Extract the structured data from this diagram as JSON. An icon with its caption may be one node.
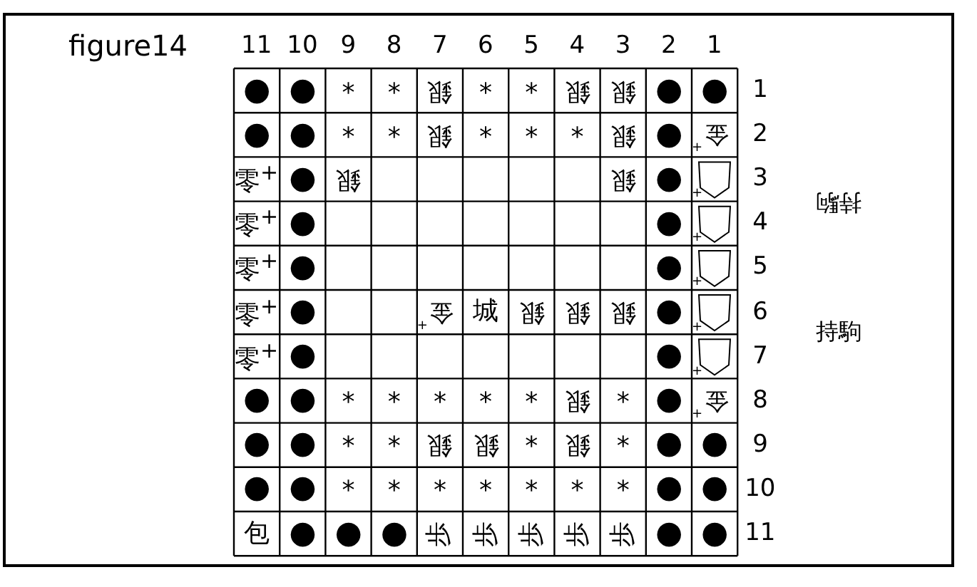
{
  "diagram": {
    "labels": [
      "figure14",
      "11",
      "10",
      "9",
      "8",
      "7",
      "6",
      "5",
      "4",
      "3",
      "2",
      "1",
      "●",
      "●",
      "*",
      "*",
      "銀",
      "*",
      "*",
      "銀",
      "銀",
      "●",
      "●",
      "1",
      "●",
      "●",
      "*",
      "*",
      "銀",
      "*",
      "*",
      "*",
      "銀",
      "●",
      "金",
      "+",
      "2",
      "零$^{+}$",
      "●",
      "銀",
      "銀",
      "●",
      "+",
      "3",
      "持駒",
      "零$^{+}$",
      "●",
      "●",
      "+",
      "4",
      "零$^{+}$",
      "●",
      "●",
      "+",
      "5",
      "零$^{+}$",
      "●",
      "金",
      "+",
      "城",
      "銀",
      "銀",
      "銀",
      "●",
      "+",
      "6",
      "持駒",
      "零$^{+}$",
      "●",
      "●",
      "+",
      "7",
      "●",
      "●",
      "*",
      "*",
      "*",
      "*",
      "*",
      "銀",
      "*",
      "●",
      "金",
      "+",
      "8",
      "●",
      "●",
      "*",
      "*",
      "銀",
      "銀",
      "*",
      "銀",
      "*",
      "●",
      "●",
      "9",
      "●",
      "●",
      "*",
      "*",
      "*",
      "*",
      "*",
      "*",
      "*",
      "●",
      "●",
      "10",
      "包",
      "●",
      "●",
      "●",
      "歩",
      "歩",
      "歩",
      "歩",
      "歩",
      "●",
      "●",
      "11"
    ]
  }
}
